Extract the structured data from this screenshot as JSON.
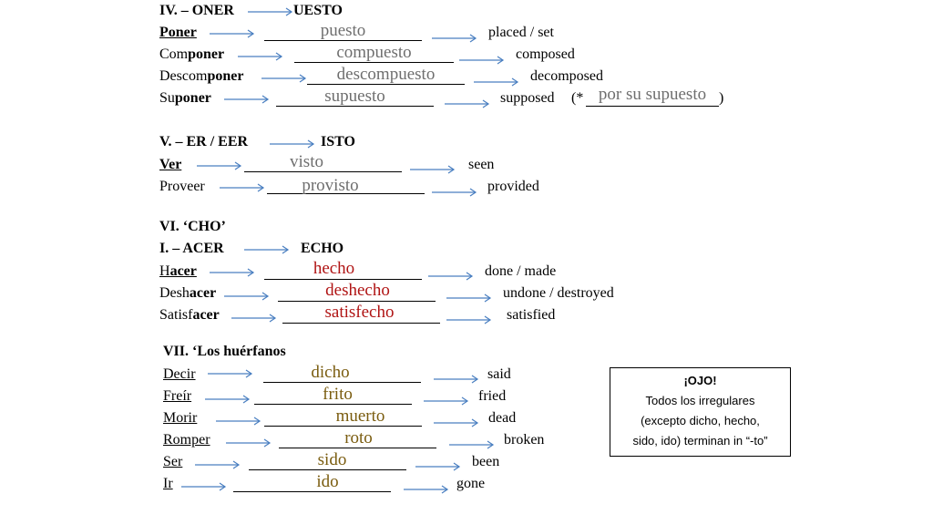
{
  "sections": {
    "iv": {
      "roman": "IV.",
      "dash": "– ONER",
      "target": "UESTO"
    },
    "v": {
      "roman": "V.",
      "dash": "– ER / EER",
      "target": "ISTO"
    },
    "vi": {
      "title": "VI.  ‘CHO’"
    },
    "i_acer": {
      "roman": "I.",
      "dash": "– ACER",
      "target": "ECHO"
    },
    "vii": {
      "title": "VII. ‘Los huérfanos"
    }
  },
  "rows": {
    "poner": {
      "verb": "Poner",
      "answer": "puesto",
      "meaning": "placed / set"
    },
    "componer": {
      "pre": "Com",
      "bold": "poner",
      "answer": "compuesto",
      "meaning": "composed"
    },
    "descomponer": {
      "pre": "Descom",
      "bold": "poner",
      "answer": "descompuesto",
      "meaning": "decomposed"
    },
    "suponer": {
      "pre": "Su",
      "bold": "poner",
      "answer": "supuesto",
      "meaning": "supposed",
      "note_open": "(*",
      "note": "por su supuesto",
      "note_close": ")"
    },
    "ver": {
      "verb": "Ver",
      "answer": "visto",
      "meaning": "seen"
    },
    "proveer": {
      "verb": "Proveer",
      "answer": "provisto",
      "meaning": "provided"
    },
    "hacer": {
      "pre": "H",
      "bold": "acer",
      "answer": "hecho",
      "meaning": "done / made"
    },
    "deshacer": {
      "pre": "Desh",
      "bold": "acer",
      "answer": "deshecho",
      "meaning": "undone / destroyed"
    },
    "satisfacer": {
      "pre": "Satisf",
      "bold": "acer",
      "answer": "satisfecho",
      "meaning": "satisfied"
    },
    "decir": {
      "verb": "Decir",
      "answer": "dicho",
      "meaning": "said"
    },
    "freir": {
      "verb": "Freír",
      "answer": "frito",
      "meaning": "fried"
    },
    "morir": {
      "verb": "Morir",
      "answer": "muerto",
      "meaning": "dead"
    },
    "romper": {
      "verb": "Romper",
      "answer": "roto",
      "meaning": "broken"
    },
    "ser": {
      "verb": "Ser",
      "answer": "sido",
      "meaning": "been"
    },
    "ir": {
      "verb": "Ir",
      "answer": "ido",
      "meaning": "gone"
    }
  },
  "ojo_box": {
    "title": "¡OJO!",
    "line1": "Todos los irregulares",
    "line2": "(excepto dicho, hecho,",
    "line3": "sido, ido) terminan in “-to”"
  },
  "colors": {
    "arrow": "#4a7fc1",
    "answer_gray": "#6e6e6e",
    "answer_red": "#b01414",
    "answer_gold": "#7a5c0f"
  }
}
